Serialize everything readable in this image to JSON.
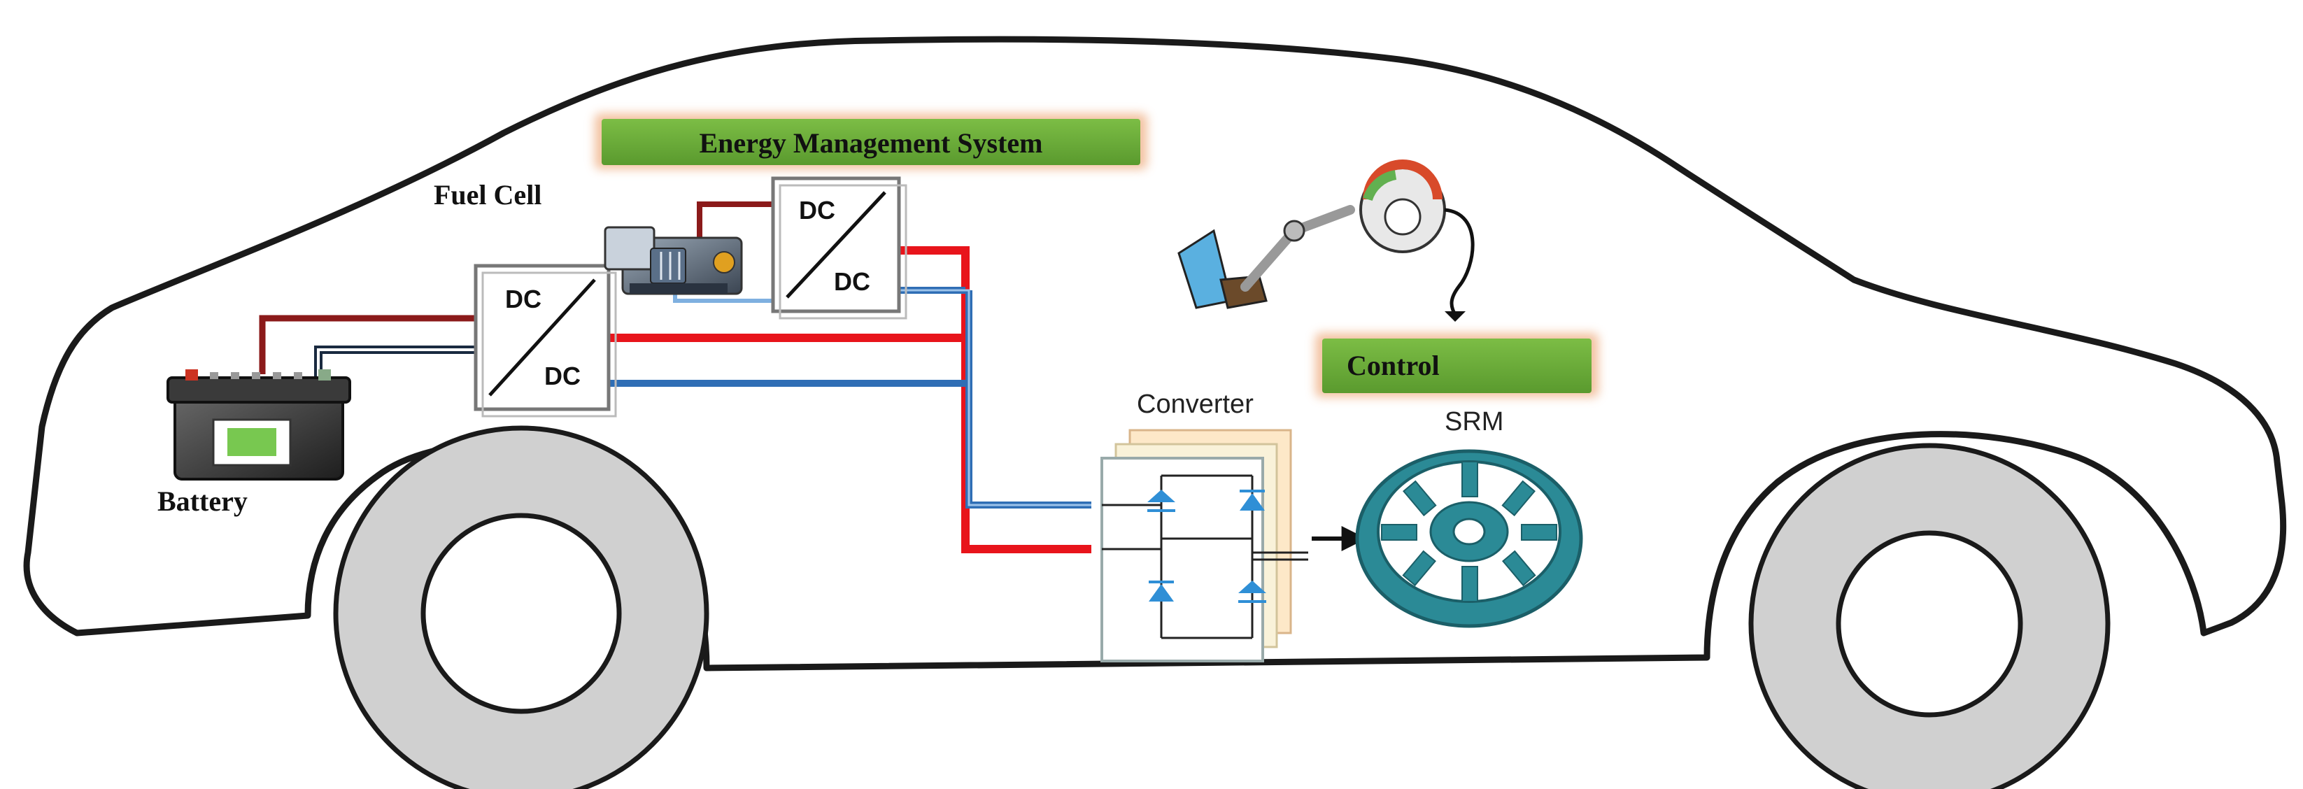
{
  "diagram": {
    "labels": {
      "energy_management": "Energy Management System",
      "fuel_cell": "Fuel Cell",
      "battery": "Battery",
      "control": "Control",
      "converter": "Converter",
      "srm": "SRM"
    },
    "dcdc_upper": {
      "top": "DC",
      "bottom": "DC"
    },
    "dcdc_lower": {
      "top": "DC",
      "bottom": "DC"
    },
    "colors": {
      "outline": "#1a1a1a",
      "positive_wire": "#e8141b",
      "negative_wire": "#2f6eb5",
      "battery_wire": "#8b1a1a",
      "label_green": "#6aa93a",
      "label_glow": "#f0b48a",
      "wheel": "#cfcfcf",
      "srm": "#2b8a96",
      "converter_sheet_1": "#fde8c8",
      "converter_sheet_2": "#f9f2d9"
    }
  }
}
